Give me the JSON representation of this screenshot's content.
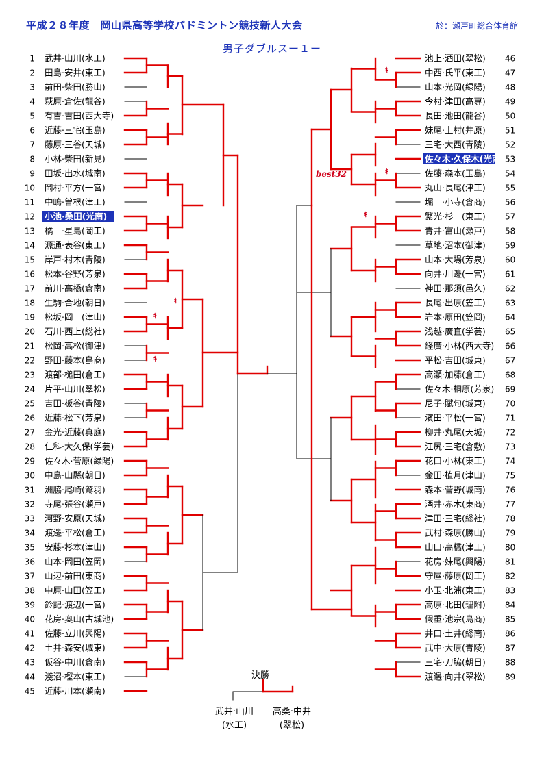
{
  "header": {
    "title": "平成２８年度　岡山県高等学校バドミントン競技新人大会",
    "venue": "於：瀬戸町総合体育館",
    "event": "男子ダブルスー１ー"
  },
  "left_entries": [
    {
      "num": "1",
      "name": "武井·山川(水工)"
    },
    {
      "num": "2",
      "name": "田島·安井(東工)"
    },
    {
      "num": "3",
      "name": "前田·柴田(勝山)"
    },
    {
      "num": "4",
      "name": "萩原·倉佐(龍谷)"
    },
    {
      "num": "5",
      "name": "有吉·吉田(西大寺)"
    },
    {
      "num": "6",
      "name": "近藤·三宅(玉島)"
    },
    {
      "num": "7",
      "name": "藤原·三谷(天城)"
    },
    {
      "num": "8",
      "name": "小林·柴田(新見)"
    },
    {
      "num": "9",
      "name": "田坂·出水(城南)"
    },
    {
      "num": "10",
      "name": "岡村·平方(一宮)"
    },
    {
      "num": "11",
      "name": "中嶋·曽根(津工)"
    },
    {
      "num": "12",
      "name": "小池·桑田(光南)",
      "highlight": true
    },
    {
      "num": "13",
      "name": "橘　·星島(岡工)"
    },
    {
      "num": "14",
      "name": "源通·表谷(東工)"
    },
    {
      "num": "15",
      "name": "岸戸·村木(青陵)"
    },
    {
      "num": "16",
      "name": "松本·谷野(芳泉)"
    },
    {
      "num": "17",
      "name": "前川·高橋(倉南)"
    },
    {
      "num": "18",
      "name": "生駒·合地(朝日)"
    },
    {
      "num": "19",
      "name": "松坂·岡　(津山)"
    },
    {
      "num": "20",
      "name": "石川·西上(総社)"
    },
    {
      "num": "21",
      "name": "松岡·高松(御津)"
    },
    {
      "num": "22",
      "name": "野田·藤本(島商)"
    },
    {
      "num": "23",
      "name": "渡部·槌田(倉工)"
    },
    {
      "num": "24",
      "name": "片平·山川(翠松)"
    },
    {
      "num": "25",
      "name": "吉田·板谷(青陵)"
    },
    {
      "num": "26",
      "name": "近藤·松下(芳泉)"
    },
    {
      "num": "27",
      "name": "金光·近藤(真庭)"
    },
    {
      "num": "28",
      "name": "仁科·大久保(学芸)"
    },
    {
      "num": "29",
      "name": "佐々木·菅原(緑陽)"
    },
    {
      "num": "30",
      "name": "中島·山縣(朝日)"
    },
    {
      "num": "31",
      "name": "洲脇·尾崎(鷲羽)"
    },
    {
      "num": "32",
      "name": "寺尾·張谷(瀬戸)"
    },
    {
      "num": "33",
      "name": "河野·安原(天城)"
    },
    {
      "num": "34",
      "name": "渡邊·平松(倉工)"
    },
    {
      "num": "35",
      "name": "安藤·杉本(津山)"
    },
    {
      "num": "36",
      "name": "山本·岡田(笠岡)"
    },
    {
      "num": "37",
      "name": "山辺·前田(東商)"
    },
    {
      "num": "38",
      "name": "中原·山田(笠工)"
    },
    {
      "num": "39",
      "name": "鈴記·渡辺(一宮)"
    },
    {
      "num": "40",
      "name": "花房·奥山(古城池)"
    },
    {
      "num": "41",
      "name": "佐藤·立川(興陽)"
    },
    {
      "num": "42",
      "name": "土井·森安(城東)"
    },
    {
      "num": "43",
      "name": "仮谷·中川(倉南)"
    },
    {
      "num": "44",
      "name": "淺沼·樫本(東工)"
    },
    {
      "num": "45",
      "name": "近藤·川本(瀬南)"
    }
  ],
  "right_entries": [
    {
      "num": "46",
      "name": "池上·酒田(翠松)"
    },
    {
      "num": "47",
      "name": "中西·氏平(東工)"
    },
    {
      "num": "48",
      "name": "山本·光岡(緑陽)"
    },
    {
      "num": "49",
      "name": "今村·津田(高専)"
    },
    {
      "num": "50",
      "name": "長田·池田(龍谷)"
    },
    {
      "num": "51",
      "name": "妹尾·上村(井原)"
    },
    {
      "num": "52",
      "name": "三宅·大西(青陵)"
    },
    {
      "num": "53",
      "name": "佐々木·久保木(光南)",
      "highlight": true
    },
    {
      "num": "54",
      "name": "佐藤·森本(玉島)"
    },
    {
      "num": "55",
      "name": "丸山·長尾(津工)"
    },
    {
      "num": "56",
      "name": "堀　·小寺(倉商)"
    },
    {
      "num": "57",
      "name": "繁光·杉　(東工)"
    },
    {
      "num": "58",
      "name": "青井·富山(瀬戸)"
    },
    {
      "num": "59",
      "name": "草地·沼本(御津)"
    },
    {
      "num": "60",
      "name": "山本·大場(芳泉)"
    },
    {
      "num": "61",
      "name": "向井·川邊(一宮)"
    },
    {
      "num": "62",
      "name": "神田·那須(邑久)"
    },
    {
      "num": "63",
      "name": "長尾·出原(笠工)"
    },
    {
      "num": "64",
      "name": "岩本·原田(笠岡)"
    },
    {
      "num": "65",
      "name": "浅越·廣直(学芸)"
    },
    {
      "num": "66",
      "name": "経廣·小林(西大寺)"
    },
    {
      "num": "67",
      "name": "平松·吉田(城東)"
    },
    {
      "num": "68",
      "name": "高瀬·加藤(倉工)"
    },
    {
      "num": "69",
      "name": "佐々木·桐原(芳泉)"
    },
    {
      "num": "70",
      "name": "尼子·賦句(城東)"
    },
    {
      "num": "71",
      "name": "濱田·平松(一宮)"
    },
    {
      "num": "72",
      "name": "柳井·丸尾(天城)"
    },
    {
      "num": "73",
      "name": "江尻·三宅(倉敷)"
    },
    {
      "num": "74",
      "name": "花口·小林(東工)"
    },
    {
      "num": "75",
      "name": "金田·植月(津山)"
    },
    {
      "num": "76",
      "name": "森本·菅野(城南)"
    },
    {
      "num": "77",
      "name": "酒井·赤木(東商)"
    },
    {
      "num": "78",
      "name": "津田·三宅(総社)"
    },
    {
      "num": "79",
      "name": "武村·森原(勝山)"
    },
    {
      "num": "80",
      "name": "山口·高橋(津工)"
    },
    {
      "num": "81",
      "name": "花房·妹尾(興陽)"
    },
    {
      "num": "82",
      "name": "守屋·藤原(岡工)"
    },
    {
      "num": "83",
      "name": "小玉·北浦(東工)"
    },
    {
      "num": "84",
      "name": "高原·北田(理附)"
    },
    {
      "num": "85",
      "name": "假重·池宗(島商)"
    },
    {
      "num": "86",
      "name": "井口·土井(総南)"
    },
    {
      "num": "87",
      "name": "武中·大原(青陵)"
    },
    {
      "num": "88",
      "name": "三宅·刀脇(朝日)"
    },
    {
      "num": "89",
      "name": "渡邉·向井(翠松)"
    }
  ],
  "final": {
    "label": "決勝",
    "left_finalist": "武井·山川",
    "left_school": "(水工)",
    "right_finalist": "高桑·中井",
    "right_school": "(翠松)"
  },
  "best_label": "best32",
  "forfeit_mark": "ｷ",
  "colors": {
    "title": "#1d33b8",
    "winner_line": "#e00000",
    "loser_line": "#000000",
    "highlight_bg": "#1d33b8"
  }
}
